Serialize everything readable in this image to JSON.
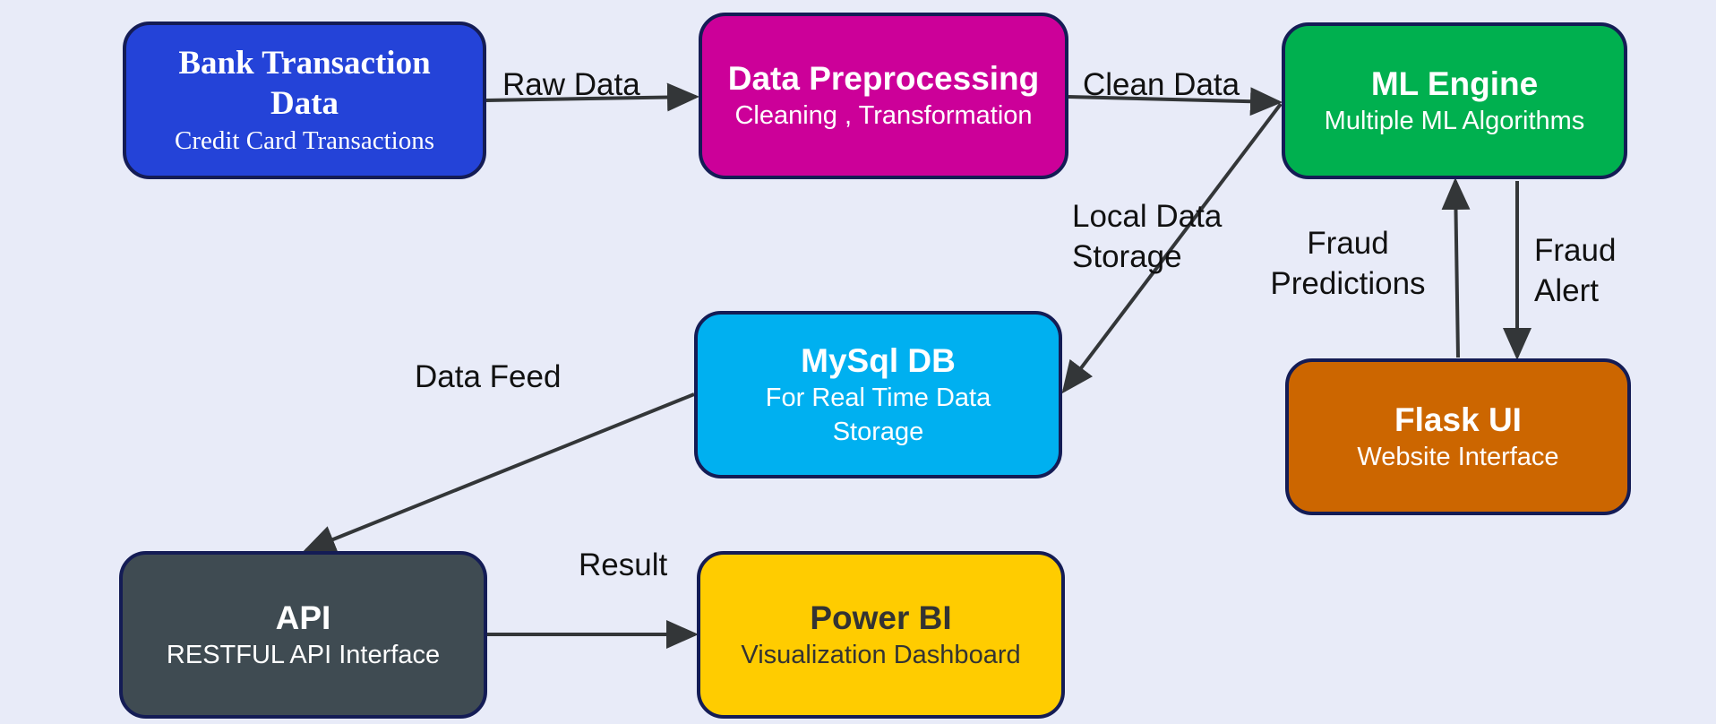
{
  "nodes": {
    "bank": {
      "title": "Bank Transaction Data",
      "subtitle": "Credit Card Transactions"
    },
    "preprocessing": {
      "title": "Data Preprocessing",
      "subtitle": "Cleaning , Transformation"
    },
    "ml_engine": {
      "title": "ML Engine",
      "subtitle": "Multiple ML Algorithms"
    },
    "mysql": {
      "title": "MySql DB",
      "subtitle": "For Real Time Data Storage"
    },
    "flask": {
      "title": "Flask UI",
      "subtitle": "Website Interface"
    },
    "api": {
      "title": "API",
      "subtitle": "RESTFUL API Interface"
    },
    "powerbi": {
      "title": "Power BI",
      "subtitle": "Visualization Dashboard"
    }
  },
  "edges": {
    "raw_data": "Raw Data",
    "clean_data": "Clean Data",
    "local_storage": "Local Data Storage",
    "fraud_predictions": "Fraud Predictions",
    "fraud_alert": "Fraud Alert",
    "data_feed": "Data Feed",
    "result": "Result"
  },
  "colors": {
    "background": "#e8ebf8",
    "bank": "#2443d8",
    "preprocessing": "#cc0099",
    "ml_engine": "#00b04f",
    "mysql": "#00b0f0",
    "flask": "#cc6600",
    "api": "#3f4b52",
    "powerbi": "#ffcc00",
    "border": "#141c55",
    "arrow": "#333638"
  }
}
